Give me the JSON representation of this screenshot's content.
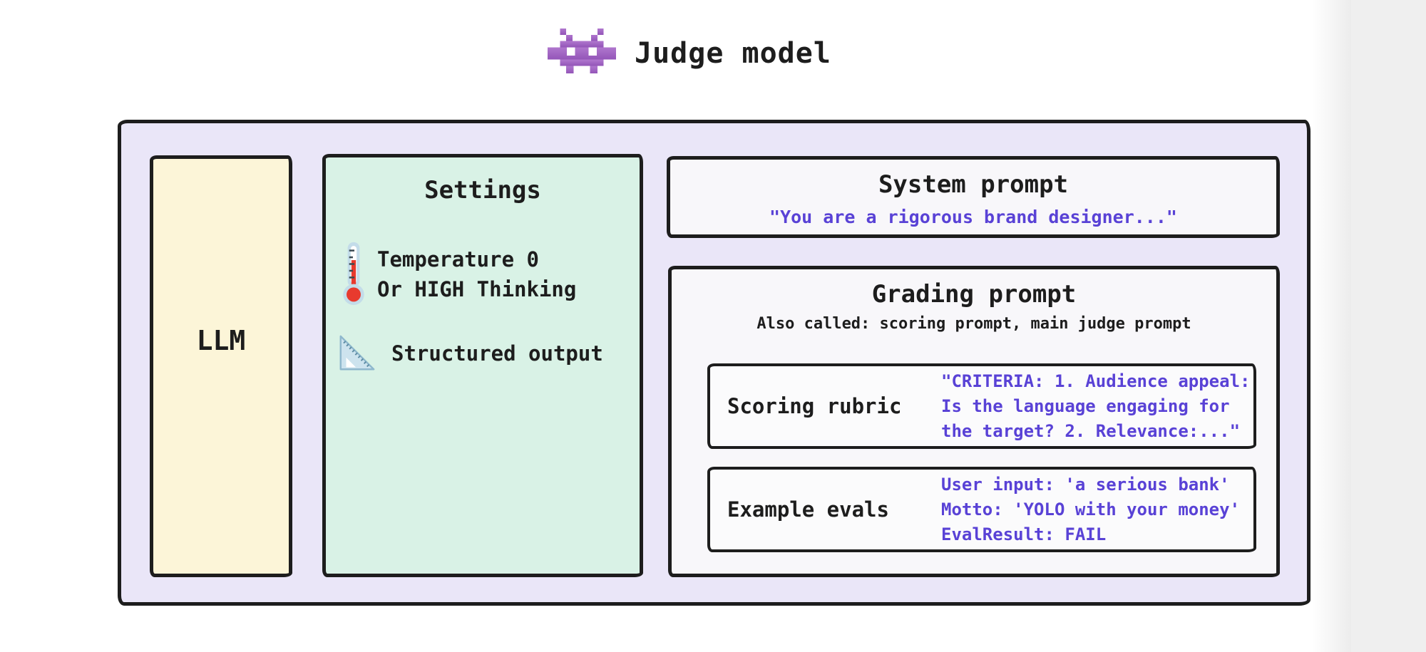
{
  "colors": {
    "outer_fill": "#eae6f8",
    "llm_fill": "#fcf5d8",
    "settings_fill": "#d9f2e6",
    "panel_fill": "#f8f7fa",
    "border": "#1d1d1d",
    "accent_text": "#5942d6",
    "invader_purple": "#a263c5",
    "page_edge_gray": "#efefef"
  },
  "title": {
    "icon": "space-invader-icon",
    "text": "Judge model"
  },
  "llm": {
    "label": "LLM"
  },
  "settings": {
    "title": "Settings",
    "items": [
      {
        "icon": "thermometer-icon",
        "lines": [
          "Temperature 0",
          "Or HIGH Thinking"
        ]
      },
      {
        "icon": "triangle-ruler-icon",
        "lines": [
          "Structured output"
        ]
      }
    ]
  },
  "system_prompt": {
    "title": "System prompt",
    "quote": "\"You are a rigorous brand designer...\""
  },
  "grading_prompt": {
    "title": "Grading prompt",
    "subtitle": "Also called: scoring prompt, main judge prompt",
    "scoring_rubric": {
      "label": "Scoring rubric",
      "lines": [
        "\"CRITERIA: 1. Audience appeal:",
        "Is the language engaging for",
        "the target? 2. Relevance:...\""
      ]
    },
    "example_evals": {
      "label": "Example evals",
      "lines": [
        "User input: 'a serious bank'",
        "Motto: 'YOLO with your money'",
        "EvalResult: FAIL"
      ]
    }
  }
}
